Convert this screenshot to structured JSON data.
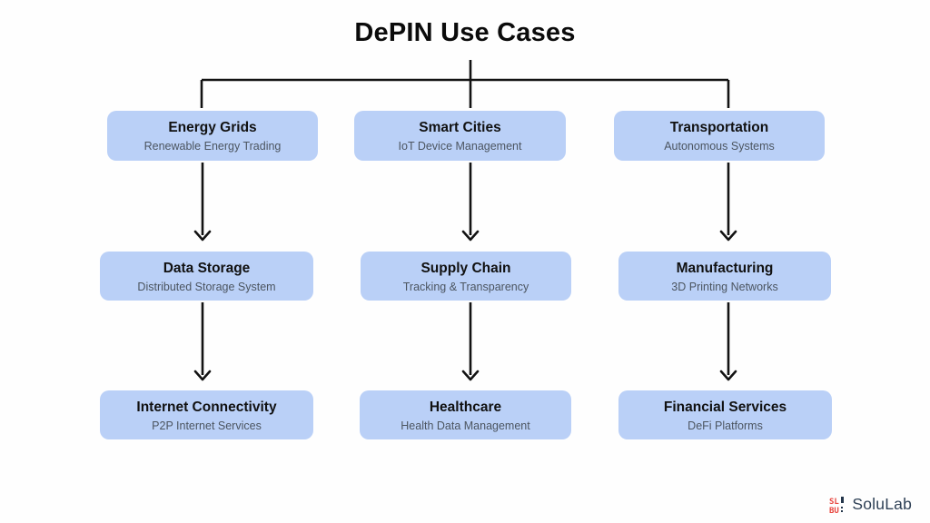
{
  "title": "DePIN Use Cases",
  "nodes": [
    {
      "title": "Energy Grids",
      "subtitle": "Renewable Energy Trading"
    },
    {
      "title": "Smart Cities",
      "subtitle": "IoT Device Management"
    },
    {
      "title": "Transportation",
      "subtitle": "Autonomous Systems"
    },
    {
      "title": "Data Storage",
      "subtitle": "Distributed Storage System"
    },
    {
      "title": "Supply Chain",
      "subtitle": "Tracking & Transparency"
    },
    {
      "title": "Manufacturing",
      "subtitle": "3D Printing Networks"
    },
    {
      "title": "Internet Connectivity",
      "subtitle": "P2P Internet Services"
    },
    {
      "title": "Healthcare",
      "subtitle": "Health Data Management"
    },
    {
      "title": "Financial Services",
      "subtitle": "DeFi Platforms"
    }
  ],
  "logo": {
    "name": "SoluLab"
  },
  "colors": {
    "background": "#fefefe",
    "node_fill": "#bad0f7",
    "node_title": "#111111",
    "node_subtitle": "#4c5560",
    "connector": "#131313",
    "logo_text": "#2f4156",
    "logo_accent_red": "#e8463f",
    "logo_accent_dark": "#23354a"
  }
}
